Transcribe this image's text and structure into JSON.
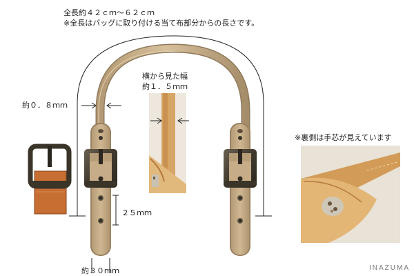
{
  "header": {
    "line1": "全長約４２ｃｍ～６２ｃｍ",
    "line2": "※全長はバッグに取り付ける当て布部分からの長さです。"
  },
  "labels": {
    "thickness": "約０．８ｍｍ",
    "side_view_title": "横から見た幅",
    "side_view_width": "約１．５ｍｍ",
    "hole_spacing": "２５ｍｍ",
    "strap_width": "約３０ｍｍ",
    "back_note": "※裏側は手芯が見えています"
  },
  "brand": "INAZUMA",
  "colors": {
    "strap": "#c9b08c",
    "strap_edge": "#8a7558",
    "buckle": "#4b4437",
    "tan_leather": "#d7a565",
    "background": "#ffffff"
  }
}
